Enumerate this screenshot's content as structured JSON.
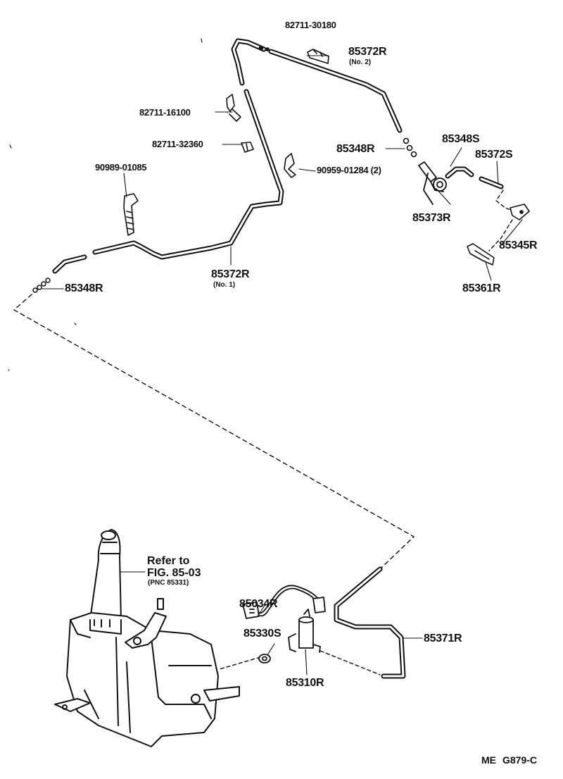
{
  "labels": {
    "p82711_30180": "82711-30180",
    "p85372R_no2": "85372R",
    "p85372R_no2_sub": "(No. 2)",
    "p82711_16100": "82711-16100",
    "p82711_32360": "82711-32360",
    "p90989_01085": "90989-01085",
    "p90959_01284": "90959-01284 (2)",
    "p85348R_a": "85348R",
    "p85348S": "85348S",
    "p85372S": "85372S",
    "p85373R": "85373R",
    "p85345R": "85345R",
    "p85361R": "85361R",
    "p85372R_no1": "85372R",
    "p85372R_no1_sub": "(No. 1)",
    "p85348R_b": "85348R",
    "refer_line1": "Refer to",
    "refer_line2": "FIG. 85-03",
    "refer_line3": "(PNC 85331)",
    "p85034R": "85034R",
    "p85330S": "85330S",
    "p85371R": "85371R",
    "p85310R": "85310R"
  },
  "footer": {
    "code_prefix": "ME",
    "code": "G879-C"
  }
}
